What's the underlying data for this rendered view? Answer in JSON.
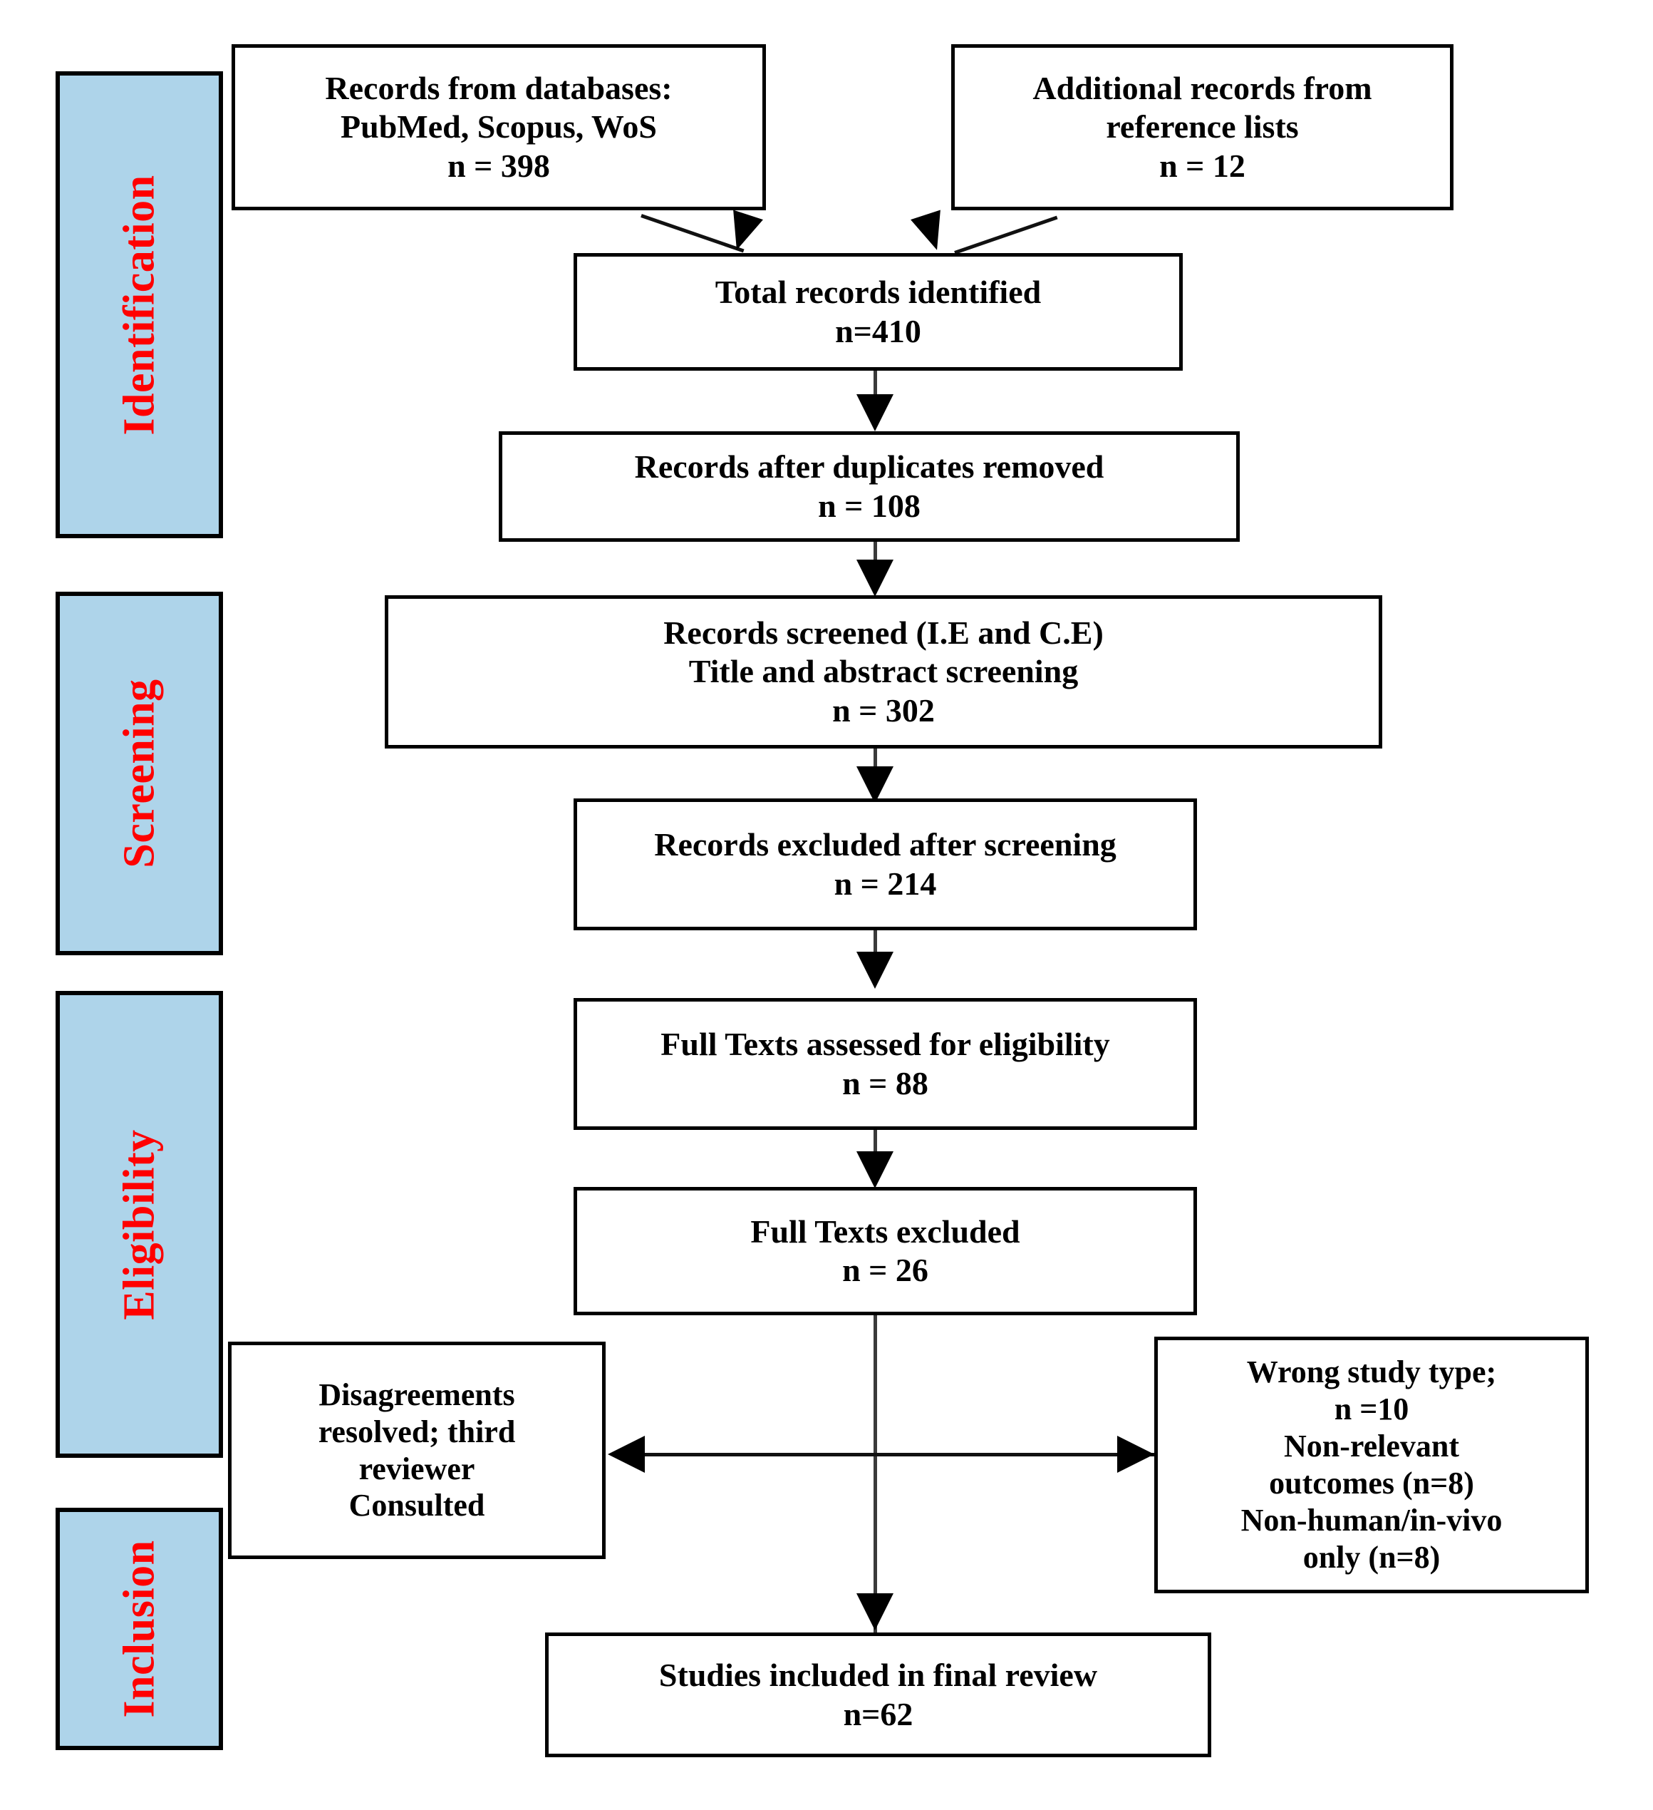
{
  "diagram": {
    "title": "PRISMA flow diagram",
    "accent_color": "#ff0000",
    "phase_box_color": "#aed4ea",
    "box_border_color": "#000000"
  },
  "phases": [
    {
      "id": "identification",
      "label": "Identification"
    },
    {
      "id": "screening",
      "label": "Screening"
    },
    {
      "id": "eligibility",
      "label": "Eligibility"
    },
    {
      "id": "inclusion",
      "label": "Inclusion"
    }
  ],
  "boxes": {
    "databases": {
      "line1": "Records from databases:",
      "line2": "PubMed, Scopus, WoS",
      "line3": "n = 398"
    },
    "additional": {
      "line1": "Additional records from",
      "line2": "reference lists",
      "line3": "n = 12"
    },
    "total_identified": {
      "line1": "Total records identified",
      "line2": "n=410"
    },
    "duplicates_removed": {
      "line1": "Records after duplicates removed",
      "line2": "n = 108"
    },
    "records_screened": {
      "line1": "Records screened (I.E and C.E)",
      "line2": "Title and abstract screening",
      "line3": "n = 302"
    },
    "records_excluded": {
      "line1": "Records excluded after screening",
      "line2": "n = 214"
    },
    "fulltext_assessed": {
      "line1": "Full Texts assessed for eligibility",
      "line2": "n = 88"
    },
    "fulltext_excluded": {
      "line1": "Full Texts excluded",
      "line2": "n = 26"
    },
    "disagreements": {
      "line1": "Disagreements",
      "line2": "resolved; third",
      "line3": "reviewer",
      "line4": "Consulted"
    },
    "exclusion_reasons": {
      "line1": "Wrong study type;",
      "line2": "n =10",
      "line3": "Non-relevant",
      "line4": "outcomes (n=8)",
      "line5": "Non-human/in-vivo",
      "line6": "only (n=8)"
    },
    "included_final": {
      "line1": "Studies included in final review",
      "line2": "n=62"
    }
  }
}
